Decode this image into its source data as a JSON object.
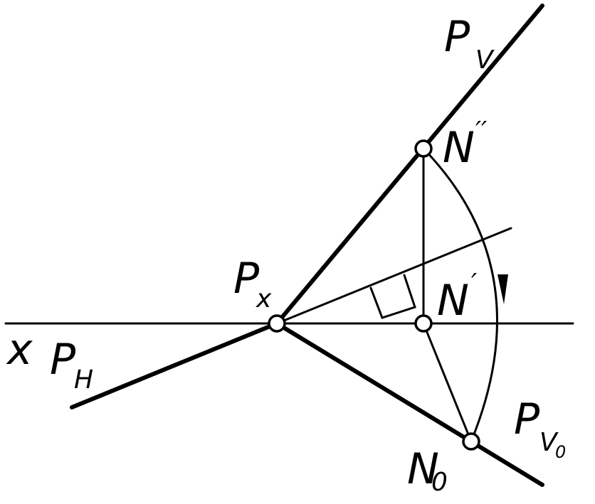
{
  "labels": {
    "pv_main": "P",
    "pv_sub": "V",
    "n2_main": "N",
    "n2_prime": "′′",
    "n1_main": "N",
    "n1_prime": "′",
    "px_main": "P",
    "px_sub": "x",
    "x_axis": "x",
    "ph_main": "P",
    "ph_sub": "H",
    "pv0_main": "P",
    "pv0_sub": "V",
    "pv0_subsub": "0",
    "n0_main": "N",
    "n0_sub": "0"
  },
  "colors": {
    "line": "#000000",
    "point_fill": "#ffffff",
    "background": "#ffffff"
  }
}
